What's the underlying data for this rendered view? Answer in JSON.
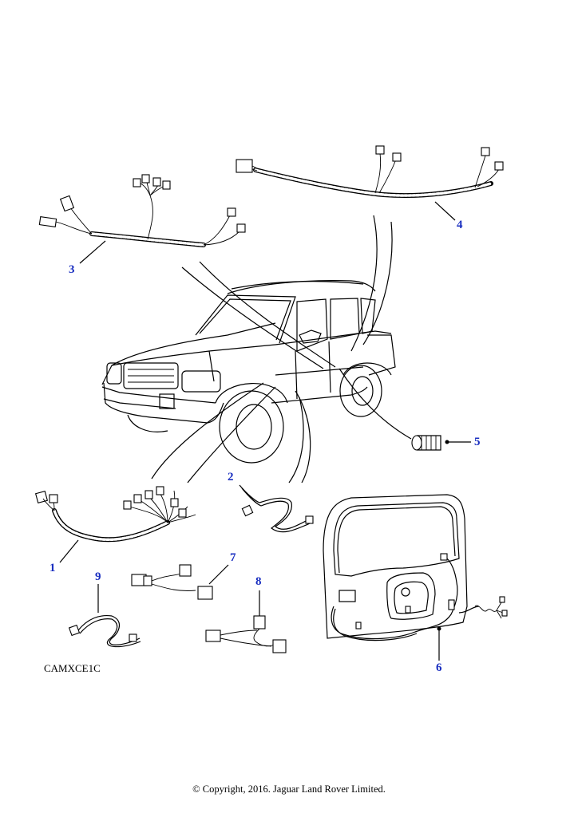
{
  "diagram": {
    "reference_code": "CAMXCE1C",
    "copyright": "© Copyright, 2016. Jaguar Land Rover Limited.",
    "callouts": [
      {
        "id": "1",
        "label": "1"
      },
      {
        "id": "2",
        "label": "2"
      },
      {
        "id": "3",
        "label": "3"
      },
      {
        "id": "4",
        "label": "4"
      },
      {
        "id": "5",
        "label": "5"
      },
      {
        "id": "6",
        "label": "6"
      },
      {
        "id": "7",
        "label": "7"
      },
      {
        "id": "8",
        "label": "8"
      },
      {
        "id": "9",
        "label": "9"
      }
    ],
    "colors": {
      "callout": "#1a2fc0",
      "line": "#000000",
      "background": "#ffffff"
    }
  }
}
